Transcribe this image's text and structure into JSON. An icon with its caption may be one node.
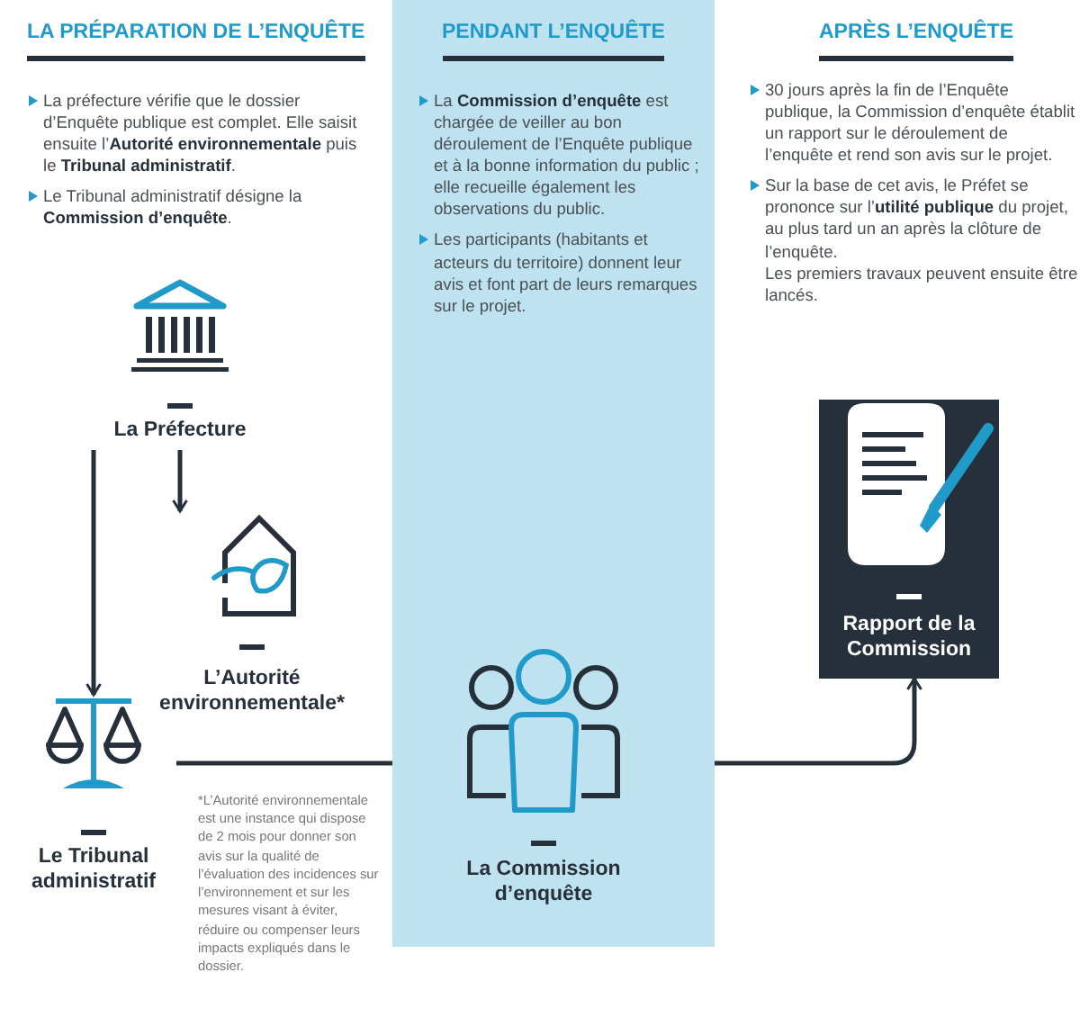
{
  "diagram": {
    "nodes": [
      {
        "text": [
          "La Préfecture"
        ]
      },
      {
        "text": [
          "L’Autorité environnementale*"
        ]
      },
      {
        "text": [
          "Le Tribunal administratif"
        ]
      },
      {
        "text": [
          "PENDANT L’ENQUÊTE",
          "La **Commission d’enquête** est chargée de veiller au bon déroulement de l’Enquête publique et à la bonne information du public ; elle recueille également les observations du public.",
          "Les participants (habitants et acteurs du territoire) donnent leur avis et font part de leurs remarques sur le projet."
        ]
      },
      {
        "text": [
          "La Commission d’enquête"
        ],
        "in": 3
      },
      {
        "text": [
          "Rapport de la Commission"
        ]
      }
    ],
    "edges": [
      {
        "from": 0,
        "to": 1,
        "arrow": "to"
      },
      {
        "from": 0,
        "to": 2,
        "arrow": "to"
      },
      {
        "from": 2,
        "to": 4,
        "arrow": "to"
      },
      {
        "from": 4,
        "to": 5,
        "arrow": "to"
      }
    ],
    "labels": [
      "LA PRÉPARATION DE L’ENQUÊTE",
      "La préfecture vérifie que le dossier d’Enquête publique est complet. Elle saisit ensuite l’**Autorité environnementale** puis le **Tribunal administratif**.",
      "Le Tribunal administratif désigne la **Commission d’enquête**.",
      "APRÈS L’ENQUÊTE",
      "30 jours après la fin de l’Enquête publique, la Commission d’enquête établit un rapport sur le déroulement de l’enquête et rend son avis sur le projet.",
      "Sur la base de cet avis, le Préfet se prononce sur l’**utilité publique** du projet, au plus tard un an après la clôture de l’enquête.",
      "Les premiers travaux peuvent ensuite être lancés.",
      "*L’Autorité environnementale est une instance qui dispose de 2 mois pour donner son avis sur la qualité de l’évaluation des incidences sur l’environnement et sur les mesures visant à éviter, réduire ou compenser leurs impacts expliqués dans le dossier."
    ]
  }
}
